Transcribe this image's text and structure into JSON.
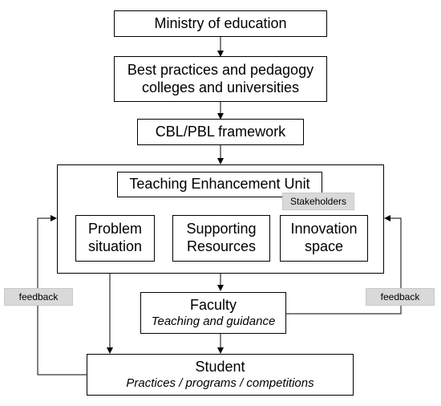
{
  "nodes": {
    "ministry": {
      "label": "Ministry of education"
    },
    "best_practices": {
      "line1": "Best practices and pedagogy",
      "line2": "colleges and universities"
    },
    "framework": {
      "label": "CBL/PBL framework"
    },
    "teu": {
      "label": "Teaching Enhancement Unit"
    },
    "problem": {
      "line1": "Problem",
      "line2": "situation"
    },
    "resources": {
      "line1": "Supporting",
      "line2": "Resources"
    },
    "innovation": {
      "line1": "Innovation",
      "line2": "space"
    },
    "faculty": {
      "title": "Faculty",
      "subtitle": "Teaching and guidance"
    },
    "student": {
      "title": "Student",
      "subtitle": "Practices / programs / competitions"
    }
  },
  "tags": {
    "stakeholders": "Stakeholders",
    "feedback_left": "feedback",
    "feedback_right": "feedback"
  },
  "colors": {
    "line": "#000000",
    "connector": "#7f7f7f",
    "tag_bg": "#d9d9d9"
  }
}
